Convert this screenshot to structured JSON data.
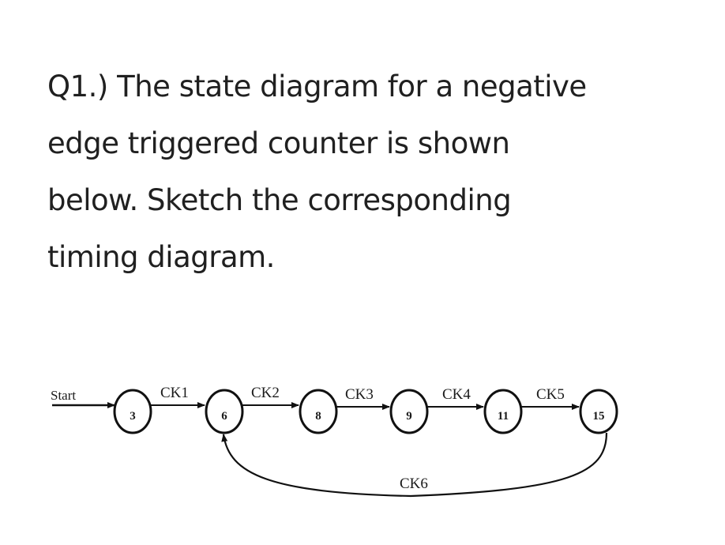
{
  "question": {
    "lines": [
      "Q1.) The state diagram for a negative",
      "edge triggered counter is shown",
      "below. Sketch the corresponding",
      "timing diagram."
    ]
  },
  "diagram": {
    "start_label": "Start",
    "states": [
      {
        "id": "s3",
        "label": "3"
      },
      {
        "id": "s6",
        "label": "6"
      },
      {
        "id": "s8",
        "label": "8"
      },
      {
        "id": "s9",
        "label": "9"
      },
      {
        "id": "s11",
        "label": "11"
      },
      {
        "id": "s15",
        "label": "15"
      }
    ],
    "transitions": [
      {
        "from": "3",
        "to": "6",
        "label": "CK1"
      },
      {
        "from": "6",
        "to": "8",
        "label": "CK2"
      },
      {
        "from": "8",
        "to": "9",
        "label": "CK3"
      },
      {
        "from": "9",
        "to": "11",
        "label": "CK4"
      },
      {
        "from": "11",
        "to": "15",
        "label": "CK5"
      },
      {
        "from": "15",
        "to": "6",
        "label": "CK6"
      }
    ]
  }
}
